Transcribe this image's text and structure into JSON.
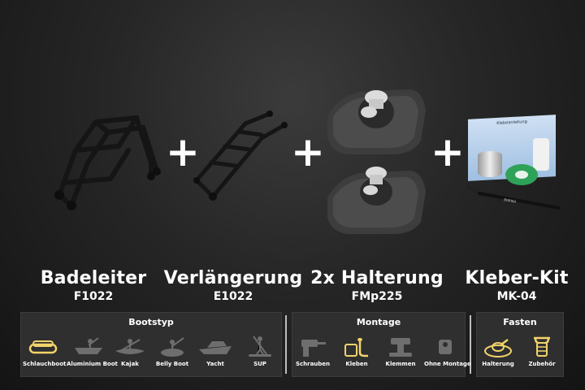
{
  "products": [
    {
      "name": "Badeleiter",
      "code": "F1022"
    },
    {
      "name": "Verlängerung",
      "code": "E1022"
    },
    {
      "name": "2x Halterung",
      "code": "FMp225"
    },
    {
      "name": "Kleber-Kit",
      "code": "MK-04"
    }
  ],
  "plus_sign": "+",
  "kit": {
    "box_text": "Klebeanleitung",
    "brand_text": "BORIKA"
  },
  "panels": {
    "bootstyp": {
      "title": "Bootstyp",
      "options": [
        "Schlauchboot",
        "Aluminium Boot",
        "Kajak",
        "Belly Boot",
        "Yacht",
        "SUP"
      ],
      "selected": "Schlauchboot"
    },
    "montage": {
      "title": "Montage",
      "options": [
        "Schrauben",
        "Kleben",
        "Klemmen",
        "Ohne Montage"
      ],
      "selected": "Kleben"
    },
    "fasten": {
      "title": "Fasten",
      "options": [
        "Halterung",
        "Zubehör"
      ],
      "selected": "all"
    }
  },
  "colors": {
    "highlight": "#f2d36b",
    "inactive": "#6e6e6e",
    "background": "#262626"
  }
}
